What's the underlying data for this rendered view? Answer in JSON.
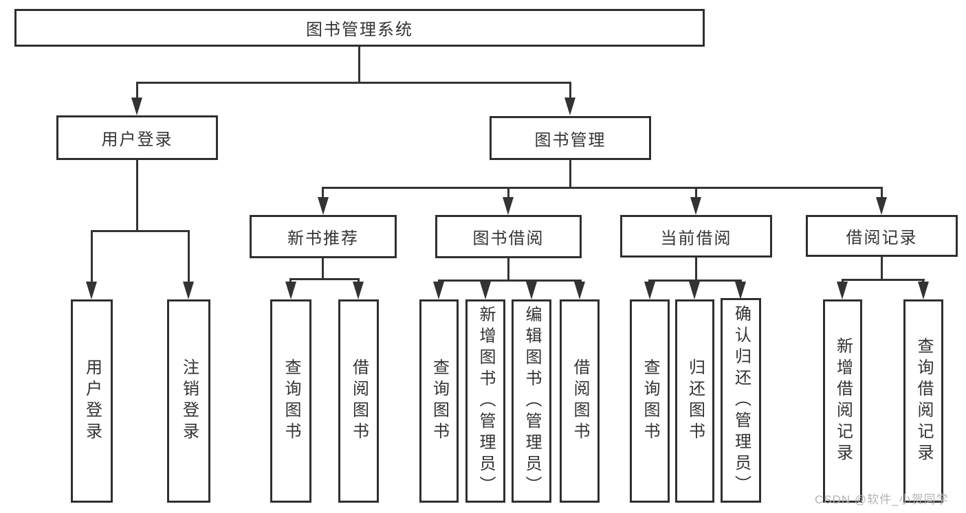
{
  "diagram": {
    "title": "图书管理系统",
    "level2": [
      "用户登录",
      "图书管理"
    ],
    "level3": [
      "新书推荐",
      "图书借阅",
      "当前借阅",
      "借阅记录"
    ],
    "leaves": {
      "user_login": [
        "用户登录",
        "注销登录"
      ],
      "new_book_recommend": [
        "查询图书",
        "借阅图书"
      ],
      "book_borrow": [
        "查询图书",
        "新增图书（管理员）",
        "编辑图书（管理员）",
        "借阅图书"
      ],
      "current_borrow": [
        "查询图书",
        "归还图书",
        "确认归还（管理员）"
      ],
      "borrow_records": [
        "新增借阅记录",
        "查询借阅记录"
      ]
    },
    "watermark": "CSDN @软件_小贺同学",
    "colors": {
      "line": "#333333",
      "border": "#2f2f2f",
      "text": "#333333",
      "background": "#ffffff",
      "watermark": "#b3b3b3"
    }
  }
}
